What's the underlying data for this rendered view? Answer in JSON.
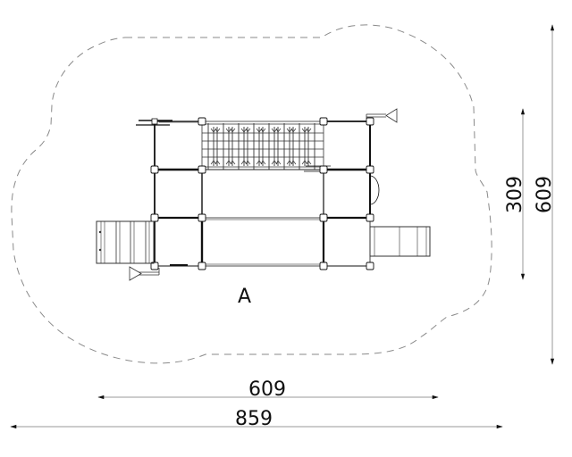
{
  "drawing": {
    "type": "playground-equipment-plan-view",
    "zone_label": "A",
    "colors": {
      "line": "#111111",
      "dash_outline": "#8a8a8a",
      "dimension_line": "#9a9a9a",
      "background": "#ffffff"
    }
  },
  "dimensions": {
    "equipment_width": "609",
    "safety_zone_width": "859",
    "equipment_depth": "309",
    "safety_zone_depth": "609"
  },
  "components": [
    {
      "name": "climbing-net",
      "count": 1
    },
    {
      "name": "platform-deck",
      "count": 6
    },
    {
      "name": "stairs",
      "count": 1
    },
    {
      "name": "slide",
      "count": 1
    },
    {
      "name": "telescope",
      "count": 2
    },
    {
      "name": "steering-post",
      "count": 1
    }
  ]
}
